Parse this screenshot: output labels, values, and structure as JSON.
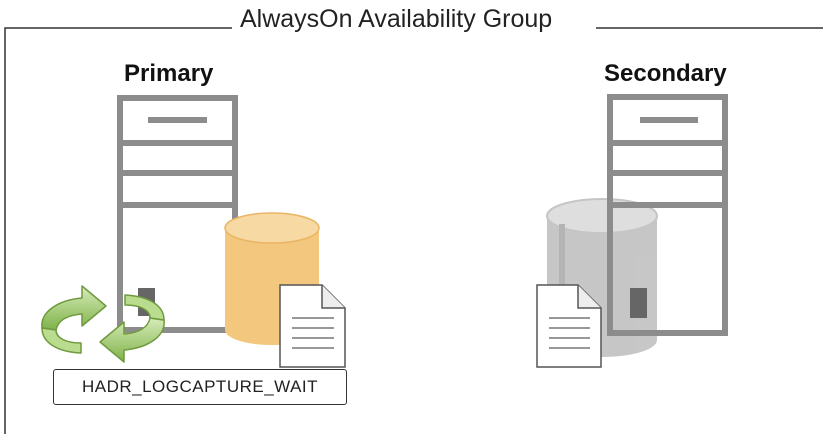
{
  "group": {
    "title": "AlwaysOn Availability Group"
  },
  "primary": {
    "label": "Primary",
    "wait_type": "HADR_LOGCAPTURE_WAIT",
    "database_color": "#f3c77d",
    "cycle_icon": "sync-arrows-icon"
  },
  "secondary": {
    "label": "Secondary",
    "database_color": "#c8c8c8"
  },
  "colors": {
    "server": "#8c8c8c",
    "cycle_arrows": "#8fbf5a",
    "frame": "#333333"
  }
}
